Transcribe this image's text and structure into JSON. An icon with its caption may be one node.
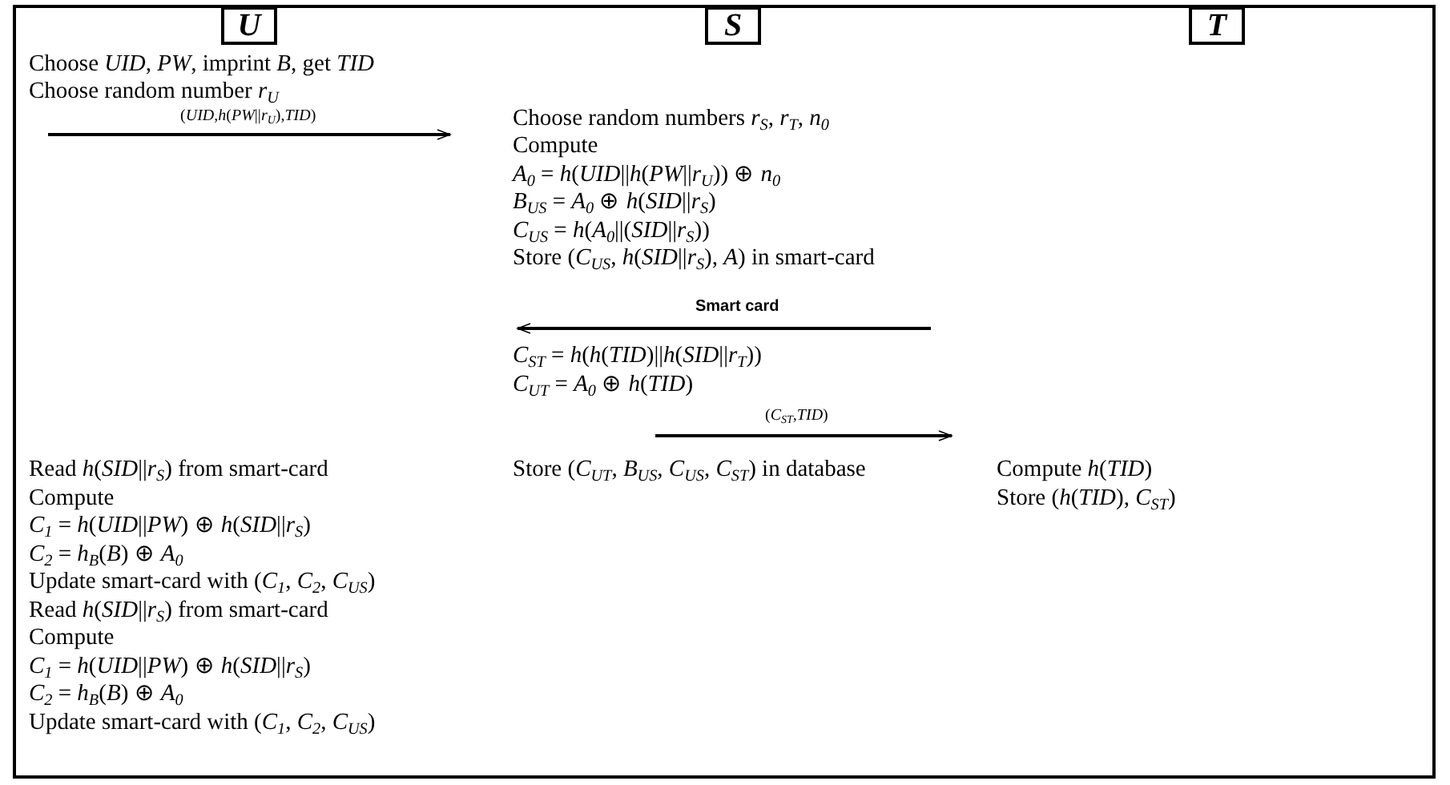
{
  "diagram": {
    "nodes": [
      {
        "text": [
          "U"
        ]
      },
      {
        "text": [
          "S"
        ]
      },
      {
        "text": [
          "T"
        ]
      }
    ],
    "labels": [
      "Choose *UID*, *PW*, imprint *B*, get *TID*",
      "Choose random number *r*$_{U}$",
      "(*UID*,*h*(*PW*||*r*$_{U}$),*TID*)",
      "Choose random numbers *r*$_{S}$, *r*$_{T}$, *n*$_{0}$",
      "Compute",
      "*A*$_{0}$ = *h*(*UID*||*h*(*PW*||*r*$_{U}$)) ⊕ *n*$_{0}$",
      "*B*$_{US}$ = *A*$_{0}$ ⊕ *h*(*SID*||*r*$_{S}$)",
      "*C*$_{US}$ = *h*(*A*$_{0}$||(*SID*||*r*$_{S}$))",
      "Store (*C*$_{US}$, *h*(*SID*||*r*$_{S}$), *A*) in smart-card",
      "Smart card",
      "*C*$_{ST}$ = *h*(*h*(*TID*)||*h*(*SID*||*r*$_{T}$))",
      "*C*$_{UT}$ = *A*$_{0}$ ⊕ *h*(*TID*)",
      "(*C*$_{ST}$,*TID*)",
      "Read *h*(*SID*||*r*$_{S}$)  from smart-card",
      "Compute",
      "*C*$_{1}$ = *h*(*UID*||*PW*) ⊕ *h*(*SID*||*r*$_{S}$)",
      "*C*$_{2}$ = *h*$_{B}$(*B*) ⊕ *A*$_{0}$",
      "Update smart-card with  (*C*$_{1}$, *C*$_{2}$, *C*$_{US}$)",
      "Read *h*(*SID*||*r*$_{S}$)  from smart-card",
      "Compute",
      "*C*$_{1}$ = *h*(*UID*||*PW*) ⊕ *h*(*SID*||*r*$_{S}$)",
      "*C*$_{2}$ = *h*$_{B}$(*B*) ⊕ *A*$_{0}$",
      "Update smart-card with  (*C*$_{1}$, *C*$_{2}$, *C*$_{US}$)",
      "Store (*C*$_{UT}$, *B*$_{US}$, *C*$_{US}$, *C*$_{ST}$) in database",
      "Compute *h*(*TID*)",
      "Store (*h*(*TID*), *C*$_{ST}$)"
    ]
  }
}
